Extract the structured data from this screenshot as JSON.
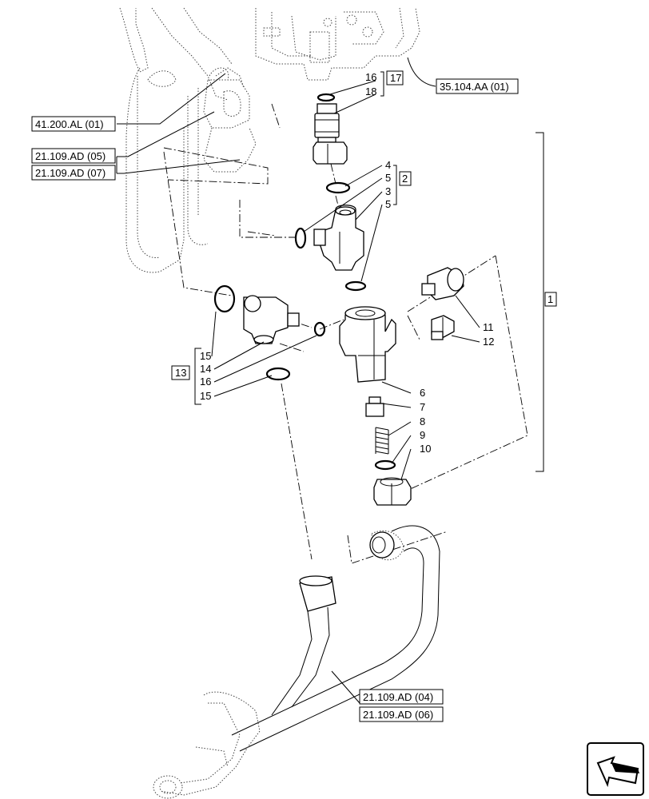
{
  "callouts": {
    "c16_top": "16",
    "c18": "18",
    "c17": "17",
    "c4": "4",
    "c5a": "5",
    "c3": "3",
    "c5b": "5",
    "c2": "2",
    "c1": "1",
    "c11": "11",
    "c12": "12",
    "c6": "6",
    "c7": "7",
    "c8": "8",
    "c9": "9",
    "c10": "10",
    "c15a": "15",
    "c14": "14",
    "c16": "16",
    "c15b": "15",
    "c13": "13"
  },
  "refs": {
    "r35104": "35.104.AA (01)",
    "r41200": "41.200.AL (01)",
    "r21109_05": "21.109.AD (05)",
    "r21109_07": "21.109.AD (07)",
    "r21109_04": "21.109.AD (04)",
    "r21109_06": "21.109.AD (06)"
  },
  "icons": {
    "nav": "arrow-back-icon"
  }
}
